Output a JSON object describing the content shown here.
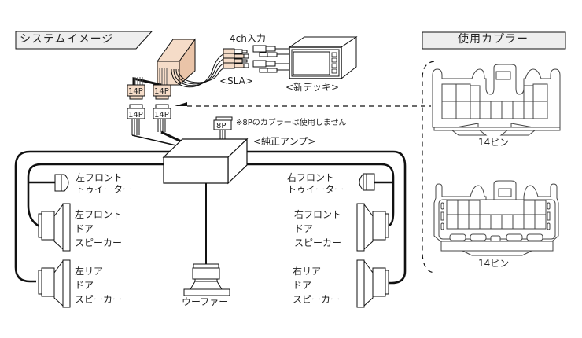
{
  "colors": {
    "line": "#111111",
    "sla_fill": "#f5dcc8",
    "header_fill": "#eeeeee",
    "amp_fill": "#ffffff"
  },
  "headers": {
    "system_image": "システムイメージ",
    "used_coupler": "使用カプラー"
  },
  "top": {
    "input_label": "4ch入力",
    "sla_label": "<SLA>",
    "new_deck_label": "<新デッキ>",
    "amp_label": "<純正アンプ>",
    "note_8p": "※8Pのカプラーは使用しません"
  },
  "connectors": {
    "sla_left": "14P",
    "sla_right": "14P",
    "car_left": "14P",
    "car_right": "14P",
    "amp_8p": "8P"
  },
  "speakers": {
    "left_tweeter": [
      "左フロント",
      "トゥイーター"
    ],
    "left_front_door": [
      "左フロント",
      "ドア",
      "スピーカー"
    ],
    "left_rear_door": [
      "左リア",
      "ドア",
      "スピーカー"
    ],
    "right_tweeter": [
      "右フロント",
      "トゥイーター"
    ],
    "right_front_door": [
      "右フロント",
      "ドア",
      "スピーカー"
    ],
    "right_rear_door": [
      "右リア",
      "ドア",
      "スピーカー"
    ],
    "woofer": "ウーファー"
  },
  "couplers": {
    "top_label": "14ピン",
    "bottom_label": "14ピン"
  }
}
